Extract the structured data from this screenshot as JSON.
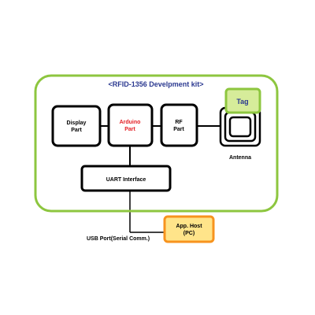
{
  "diagram": {
    "title": "<RFID-1356 Develpment kit>",
    "blocks": {
      "display": {
        "line1": "Display",
        "line2": "Part"
      },
      "arduino": {
        "line1": "Arduino",
        "line2": "Part"
      },
      "rf": {
        "line1": "RF",
        "line2": "Part"
      },
      "uart": {
        "label": "UART Interface"
      },
      "tag": {
        "label": "Tag"
      },
      "host": {
        "line1": "App. Host",
        "line2": "(PC)"
      }
    },
    "labels": {
      "antenna": "Antenna",
      "usb_port": "USB Port(Serial Comm.)"
    },
    "colors": {
      "container_border": "#8dc63f",
      "title_text": "#2b3990",
      "arduino_text": "#e31e24",
      "tag_fill": "#d6ec9a",
      "tag_border": "#8dc63f",
      "host_fill": "#ffe48a",
      "host_border": "#f7931e",
      "block_border": "#000000"
    }
  }
}
